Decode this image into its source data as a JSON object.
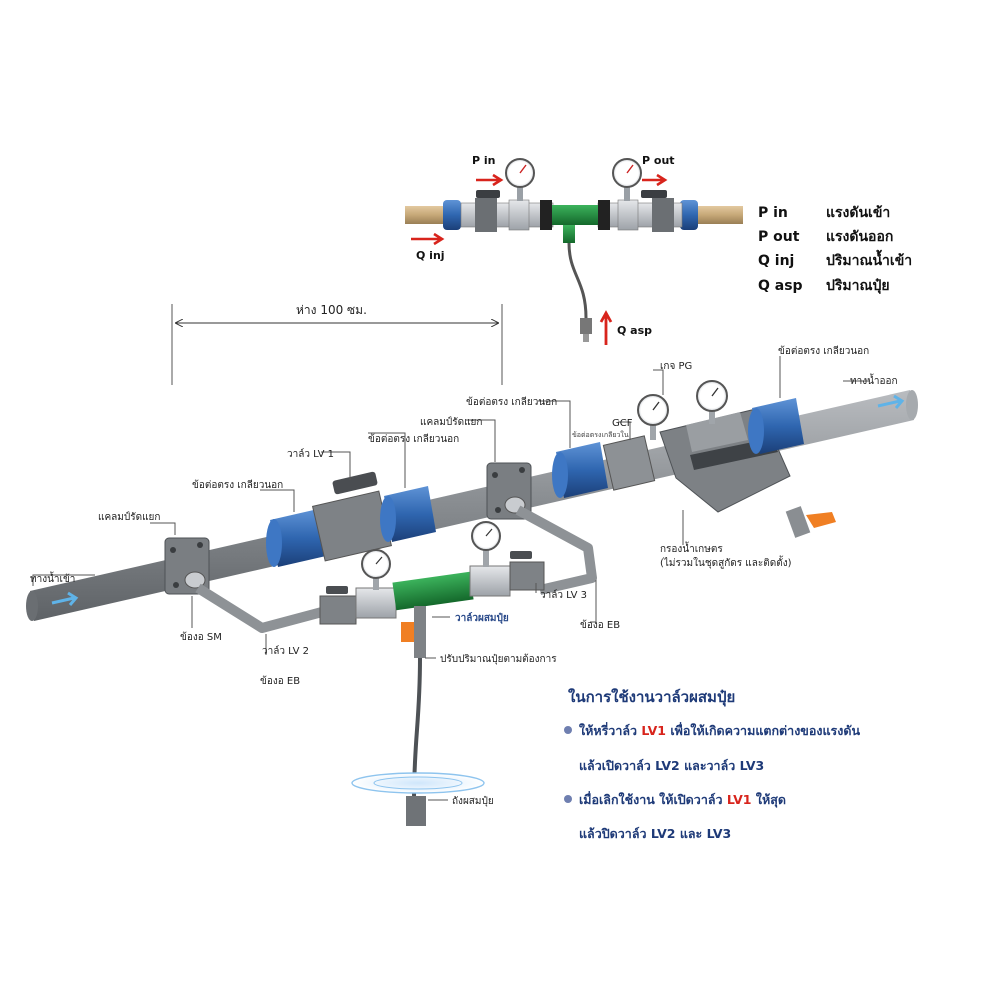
{
  "legend": [
    {
      "key": "P in",
      "value": "แรงดันเข้า"
    },
    {
      "key": "P out",
      "value": "แรงดันออก"
    },
    {
      "key": "Q inj",
      "value": "ปริมาณน้ำเข้า"
    },
    {
      "key": "Q asp",
      "value": "ปริมาณปุ๋ย"
    }
  ],
  "inset": {
    "p_in": "P in",
    "p_out": "P out",
    "q_inj": "Q inj",
    "q_asp": "Q asp"
  },
  "dimension": "ห่าง 100 ซม.",
  "labels": {
    "water_in": "ทางน้ำเข้า",
    "water_out": "ทางน้ำออก",
    "clamp_left": "แคลมป์รัดแยก",
    "clamp_mid": "แคลมป์รัดแยก",
    "coupler_left": "ข้อต่อตรง เกลียวนอก",
    "coupler_mid": "ข้อต่อตรง เกลียวนอก",
    "coupler_right_mid": "ข้อต่อตรง เกลียวนอก",
    "coupler_top": "ข้อต่อตรง เกลียวนอก",
    "valve_lv1": "วาล์ว LV 1",
    "valve_lv2": "วาล์ว LV 2",
    "valve_lv3": "วาล์ว LV 3",
    "elbow_sm": "ข้องอ SM",
    "elbow_eb_left": "ข้องอ EB",
    "elbow_eb_right": "ข้องอ EB",
    "gauge_pg": "เกจ PG",
    "gcf": "GCF",
    "gcf_sub": "ข้อต่อตรงเกลียวใน",
    "filter": "กรองน้ำเกษตร",
    "filter_sub": "(ไม่รวมในชุดสูกัดร และติดตั้ง)",
    "mix_valve": "วาล์วผสมปุ๋ย",
    "adjust": "ปรับปริมาณปุ๋ยตามต้องการ",
    "tank": "ถังผสมปุ๋ย"
  },
  "instructions": {
    "title": "ในการใช้งานวาล์วผสมปุ๋ย",
    "item1_a": "ให้หรี่วาล์ว ",
    "item1_red": "LV1",
    "item1_b": " เพื่อให้เกิดความแตกต่างของแรงดัน",
    "item1_line2": "แล้วเปิดวาล์ว LV2 และวาล์ว LV3",
    "item2_a": "เมื่อเลิกใช้งาน ให้เปิดวาล์ว ",
    "item2_red": "LV1",
    "item2_b": " ให้สุด",
    "item2_line2": "แล้วปิดวาล์ว LV2 และ LV3"
  },
  "colors": {
    "pipe": "#8a8d91",
    "coupler": "#2f66b0",
    "arrow_red": "#d8241c",
    "green_mixer": "#1f8a3a",
    "orange_handle": "#f07f23",
    "text_blue": "#1e3a78"
  }
}
